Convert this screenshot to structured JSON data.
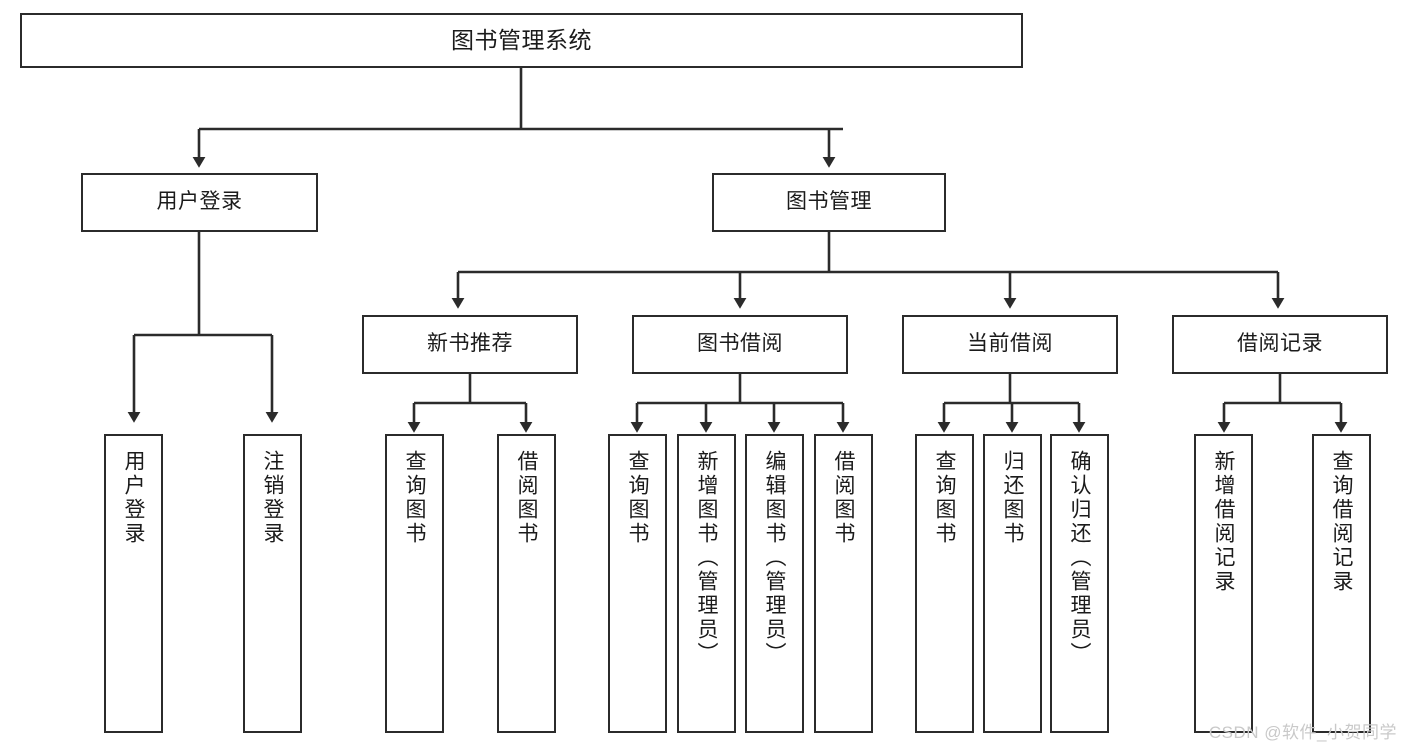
{
  "diagram": {
    "title": "图书管理系统",
    "type": "tree-hierarchy-chart",
    "watermark": "CSDN @软件_小贺同学",
    "colors": {
      "box_border": "#2b2b2b",
      "box_fill": "#ffffff",
      "edge": "#2b2b2b",
      "text": "#1b1b1b",
      "watermark": "#c9c9c9"
    }
  },
  "nodes": {
    "root": {
      "label": "图书管理系统"
    },
    "level1": [
      {
        "id": "user-login",
        "label": "用户登录"
      },
      {
        "id": "book-management",
        "label": "图书管理"
      }
    ],
    "level2": [
      {
        "id": "new-book-recommend",
        "label": "新书推荐"
      },
      {
        "id": "book-borrow",
        "label": "图书借阅"
      },
      {
        "id": "current-borrow",
        "label": "当前借阅"
      },
      {
        "id": "borrow-record",
        "label": "借阅记录"
      }
    ],
    "leaves": {
      "user_login": [
        {
          "id": "leaf-user-login",
          "label": "用户登录"
        },
        {
          "id": "leaf-logout-login",
          "label": "注销登录"
        }
      ],
      "new_book_recommend": [
        {
          "id": "leaf-query-book-1",
          "label": "查询图书"
        },
        {
          "id": "leaf-borrow-book-1",
          "label": "借阅图书"
        }
      ],
      "book_borrow": [
        {
          "id": "leaf-query-book-2",
          "label": "查询图书"
        },
        {
          "id": "leaf-add-book",
          "label": "新增图书（管理员）"
        },
        {
          "id": "leaf-edit-book",
          "label": "编辑图书（管理员）"
        },
        {
          "id": "leaf-borrow-book-2",
          "label": "借阅图书"
        }
      ],
      "current_borrow": [
        {
          "id": "leaf-query-book-3",
          "label": "查询图书"
        },
        {
          "id": "leaf-return-book",
          "label": "归还图书"
        },
        {
          "id": "leaf-confirm-return",
          "label": "确认归还（管理员）"
        }
      ],
      "borrow_record": [
        {
          "id": "leaf-add-record",
          "label": "新增借阅记录"
        },
        {
          "id": "leaf-query-record",
          "label": "查询借阅记录"
        }
      ]
    }
  }
}
